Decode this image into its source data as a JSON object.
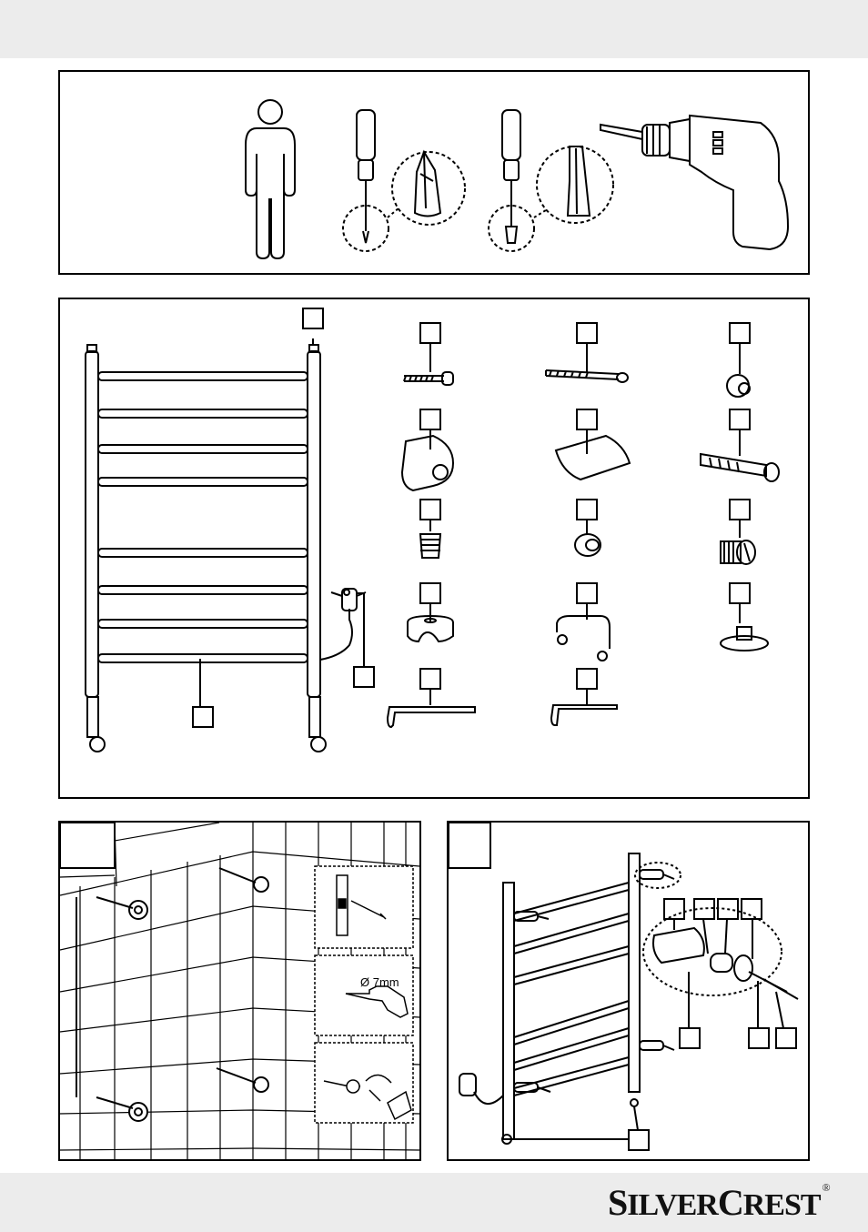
{
  "drill_bit_label": "Ø 7mm",
  "brand": {
    "first_initial": "S",
    "first_rest": "ILVER",
    "second_initial": "C",
    "second_rest": "REST",
    "registered": "®"
  },
  "icons": [
    "person-icon",
    "phillips-screwdriver-icon",
    "flathead-screwdriver-icon",
    "power-drill-icon",
    "spirit-level-icon",
    "wrench-icon"
  ]
}
